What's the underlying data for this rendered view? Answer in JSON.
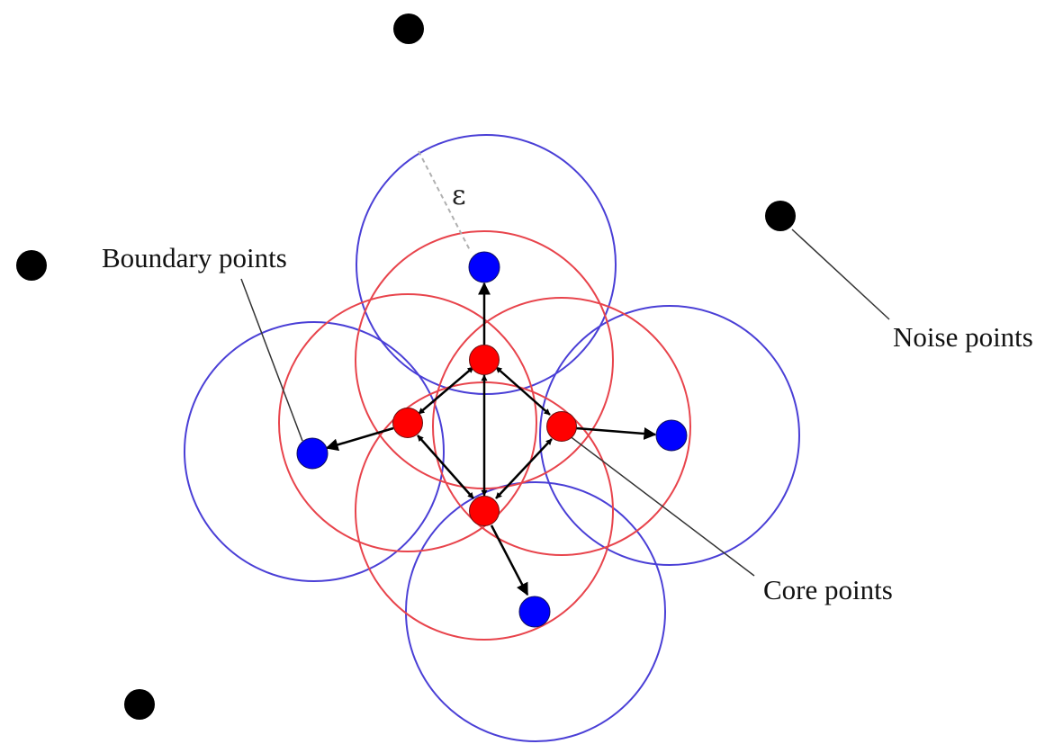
{
  "labels": {
    "boundary": "Boundary points",
    "noise": "Noise points",
    "core": "Core points",
    "epsilon": "ε"
  },
  "colors": {
    "core_point": "#ff0000",
    "boundary_point": "#0000ff",
    "noise_point": "#000000",
    "core_circle": "#e8444c",
    "boundary_circle": "#4a3fd6",
    "arrow": "#000000"
  },
  "icons": {
    "arrowhead": "triangle-arrowhead"
  }
}
